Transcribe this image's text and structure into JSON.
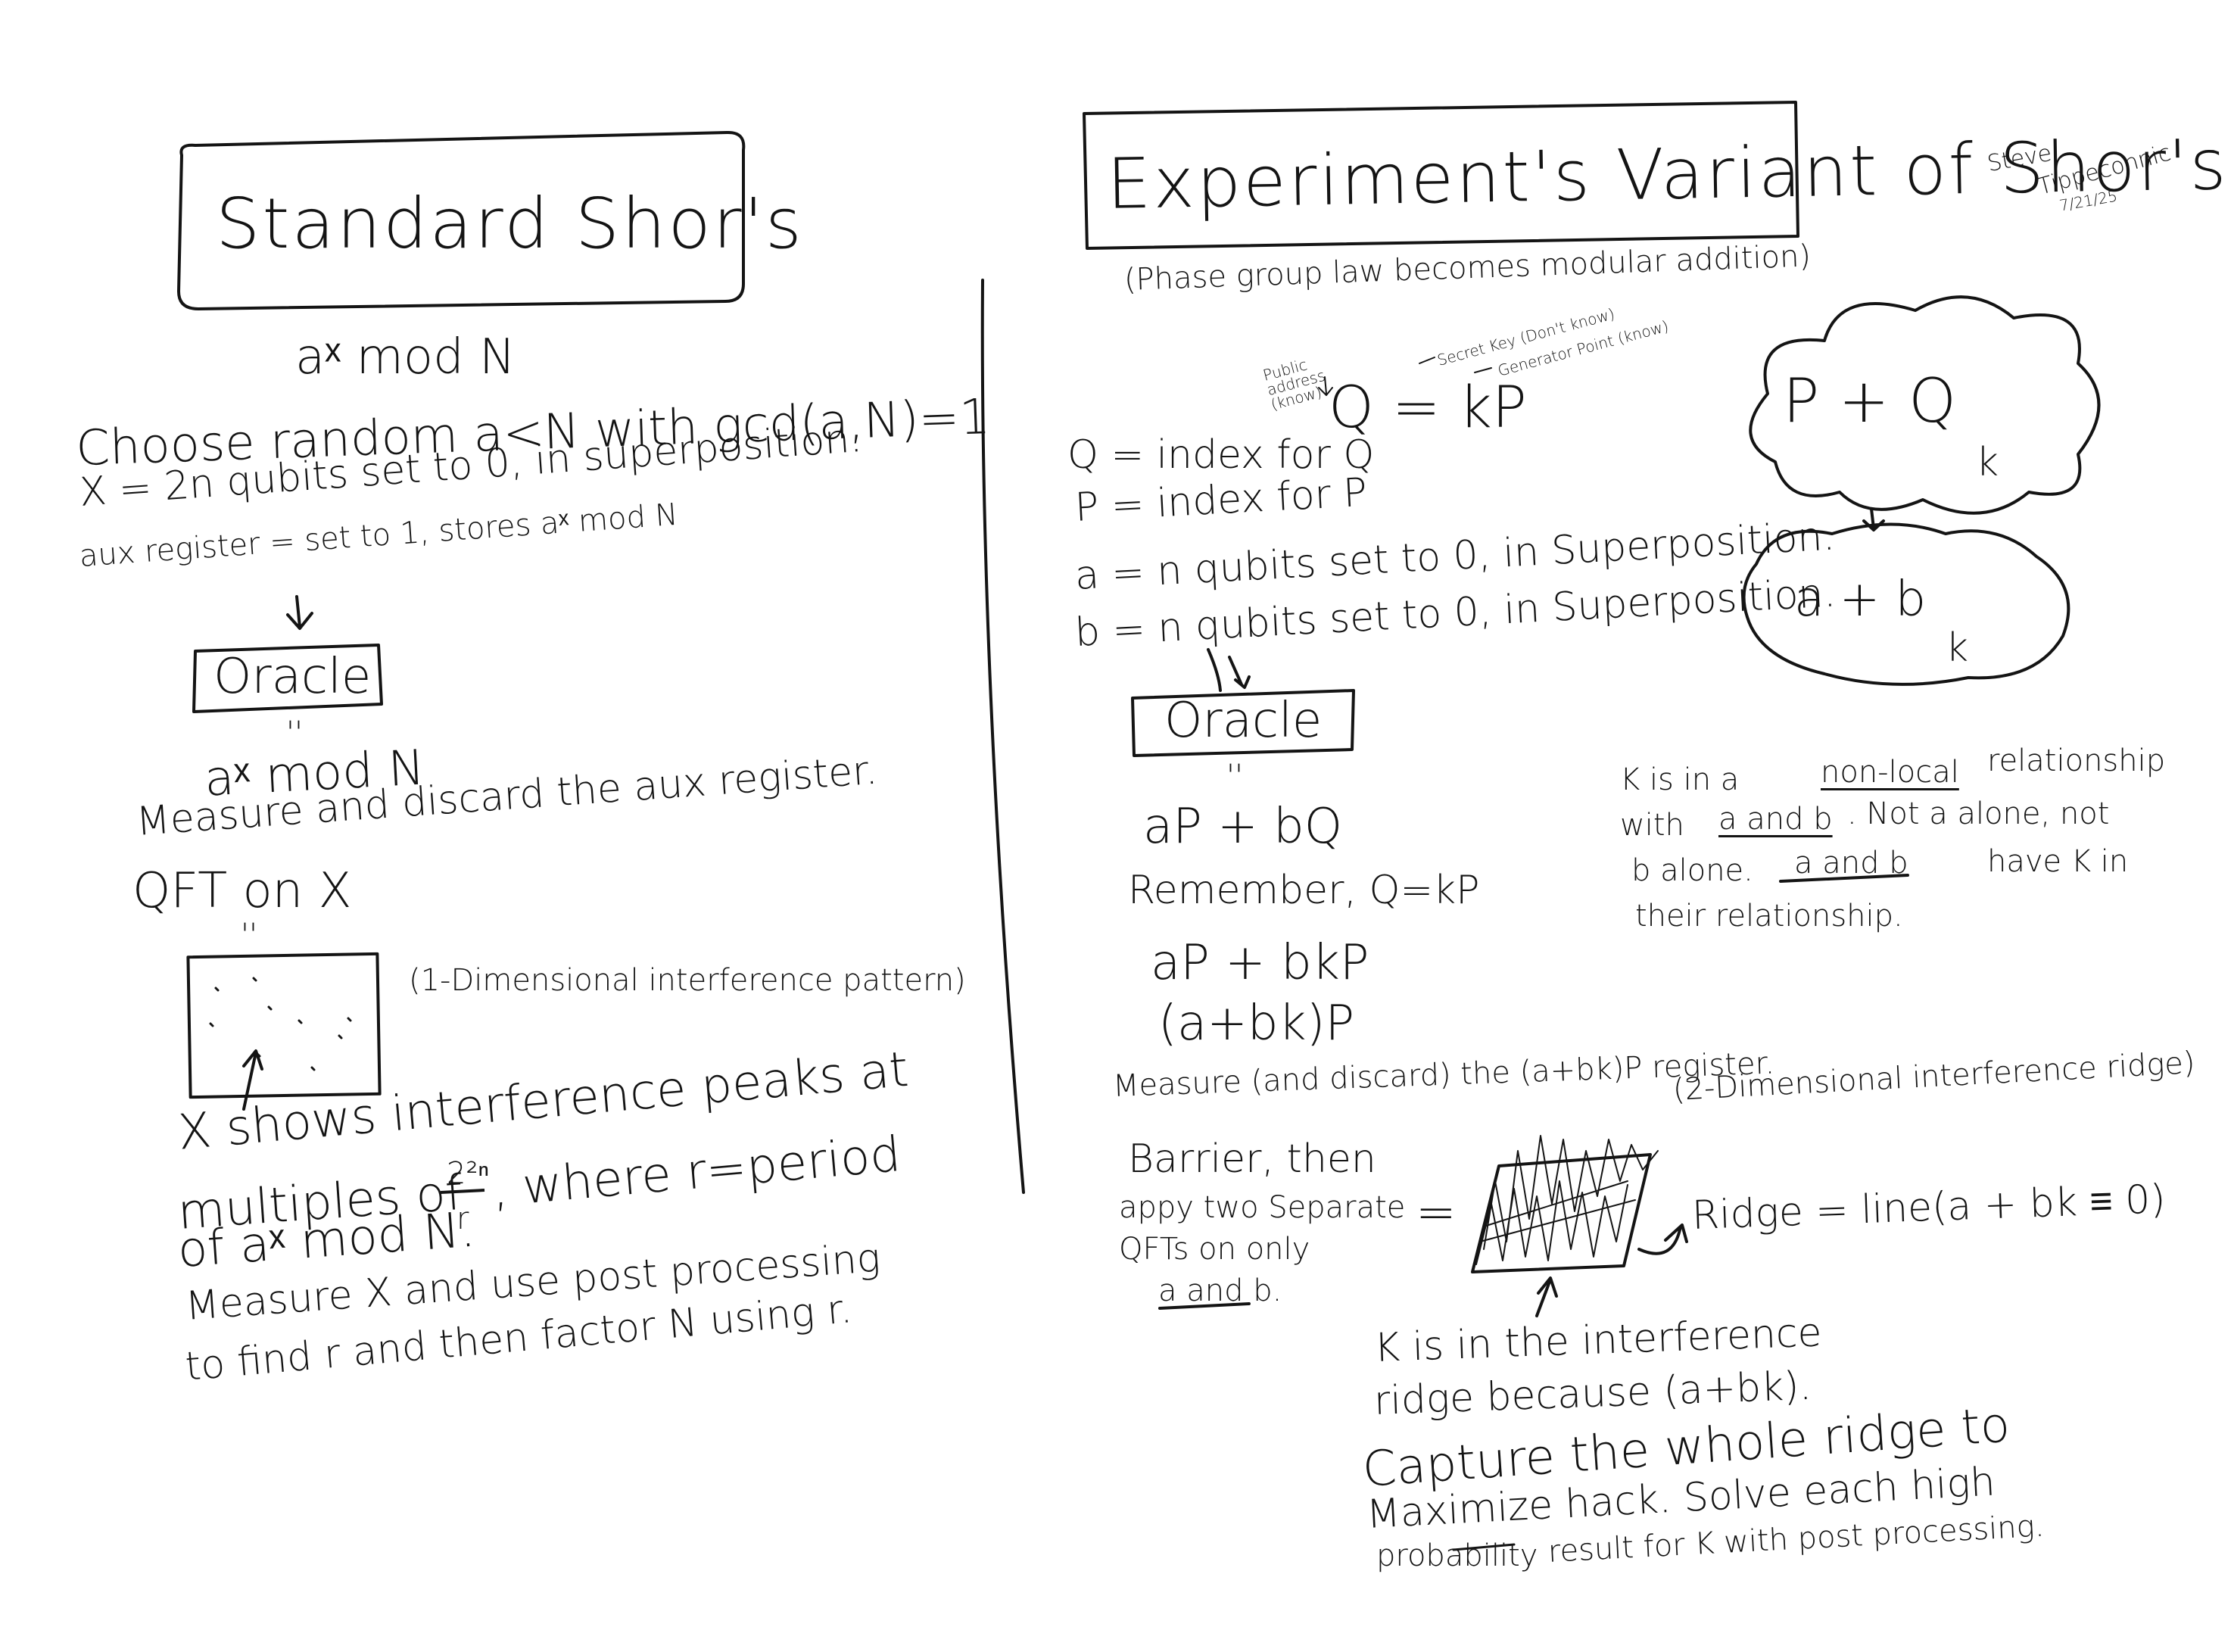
{
  "left": {
    "title": "Standard Shor's",
    "expr1": "aˣ mod N",
    "choose": "Choose random a<N with gcd(a,N)=1",
    "x_line": "X = 2n qubits set to 0, in superposition.",
    "aux_line": "aux register = set to 1, stores aˣ mod N",
    "oracle": "Oracle",
    "eq_mark": "''",
    "expr2": "aˣ mod N",
    "measure": "Measure and discard the aux register.",
    "qft": "QFT on X",
    "eq_mark2": "''",
    "pattern_label": "(1-Dimensional interference pattern)",
    "peaks_1": "X shows interference peaks at",
    "peaks_2a": "multiples of",
    "frac_num": "2²ⁿ",
    "frac_den": "r",
    "peaks_2b": ", where r=period",
    "peaks_3": "of aˣ mod N.",
    "post_1": "Measure X and use post processing",
    "post_2": "to find r and then factor N using r."
  },
  "right": {
    "title": "Experiment's Variant of Shor's",
    "subtitle": "(Phase group law becomes modular addition)",
    "public_label": "Public address (know)",
    "secret_label": "Secret Key (Don't know)",
    "generator_label": "Generator Point (know)",
    "q_eq": "Q = kP",
    "q_index": "Q = index for Q",
    "p_index": "P = index for P",
    "a_line": "a = n qubits set to 0, in Superposition.",
    "b_line": "b = n qubits set to 0, in Superposition.",
    "oracle": "Oracle",
    "eq_mark": "''",
    "ap_bq": "aP + bQ",
    "remember": "Remember, Q=kP",
    "ap_bkp": "aP + bkP",
    "a_bk_p": "(a+bk)P",
    "measure": "Measure (and discard) the (a+bk)P register.",
    "ridge_label": "(2-Dimensional interference ridge)",
    "barrier_1": "Barrier, then",
    "barrier_2": "appy two Separate",
    "barrier_3": "QFTs on only",
    "barrier_4": "a and b.",
    "eq_sign": "=",
    "ridge_eq": "Ridge = line(a + bk ≡ 0)",
    "cloud1": "P + Q",
    "cloud1_sub": "k",
    "cloud2": "a + b",
    "cloud2_sub": "k",
    "k_1a": "K is in a",
    "k_1b": "non-local",
    "k_1c": "relationship",
    "k_2a": "with",
    "k_2b": "a and b",
    "k_2c": ". Not a alone, not",
    "k_3a": "b alone.",
    "k_3b": "a and b",
    "k_3c": "have K in",
    "k_4": "their relationship.",
    "k_ridge_1": "K is in the interference",
    "k_ridge_2": "ridge because (a+bk).",
    "capture_1": "Capture the whole ridge to",
    "capture_2": "Maximize hack. Solve each high",
    "capture_3a": "probability",
    "capture_3b": "result for K with post processing."
  },
  "signature": {
    "name1": "Steve",
    "name2": "Tippeconnic",
    "date": "7/21/25"
  },
  "colors": {
    "ink": "#141414",
    "paper": "#ffffff"
  }
}
